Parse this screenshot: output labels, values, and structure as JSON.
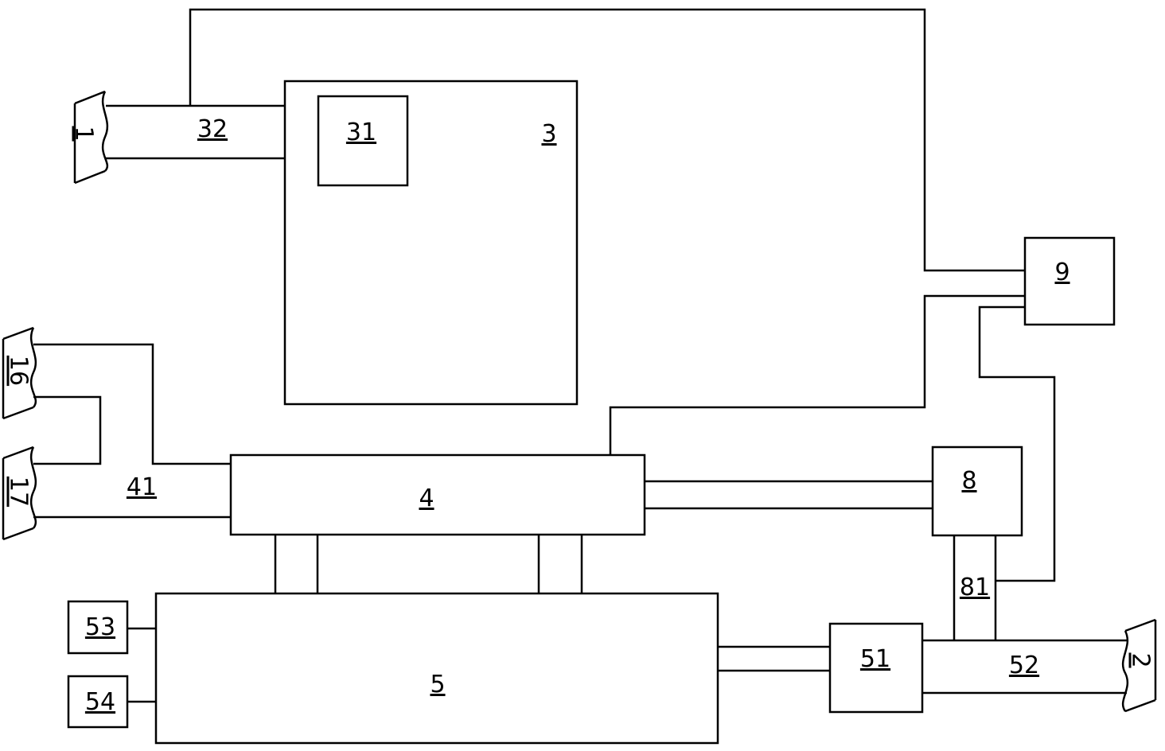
{
  "labels": {
    "port_1": "1",
    "port_2": "2",
    "block_3": "3",
    "block_4": "4",
    "block_5": "5",
    "block_8": "8",
    "block_9": "9",
    "block_16": "16",
    "block_17": "17",
    "block_31": "31",
    "pipe_32": "32",
    "pipe_41": "41",
    "block_51": "51",
    "pipe_52": "52",
    "block_53": "53",
    "block_54": "54",
    "pipe_81": "81"
  },
  "colors": {
    "line": "#000000",
    "background": "#ffffff"
  }
}
